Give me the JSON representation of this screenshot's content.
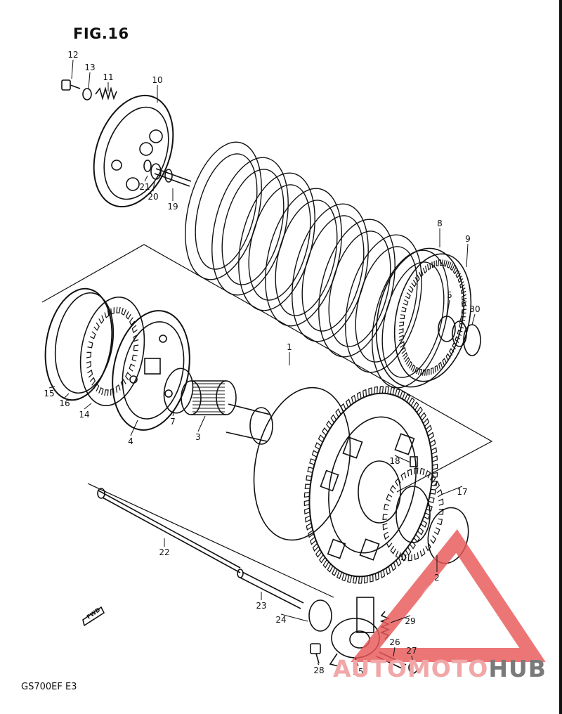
{
  "figure": {
    "title": "FIG.16",
    "model_code": "GS700EF  E3",
    "fwd_label": "FWD"
  },
  "watermark": {
    "brand_part_a": "AUTOMOTO",
    "brand_part_b": "HUB",
    "color_primary": "#e85858",
    "color_secondary": "#777777"
  },
  "part_labels": [
    "1",
    "2",
    "3",
    "4",
    "5",
    "6",
    "7",
    "8",
    "9",
    "10",
    "11",
    "12",
    "13",
    "14",
    "15",
    "16",
    "17",
    "18",
    "19",
    "20",
    "21",
    "22",
    "23",
    "24",
    "25",
    "26",
    "27",
    "28",
    "29",
    "30"
  ]
}
